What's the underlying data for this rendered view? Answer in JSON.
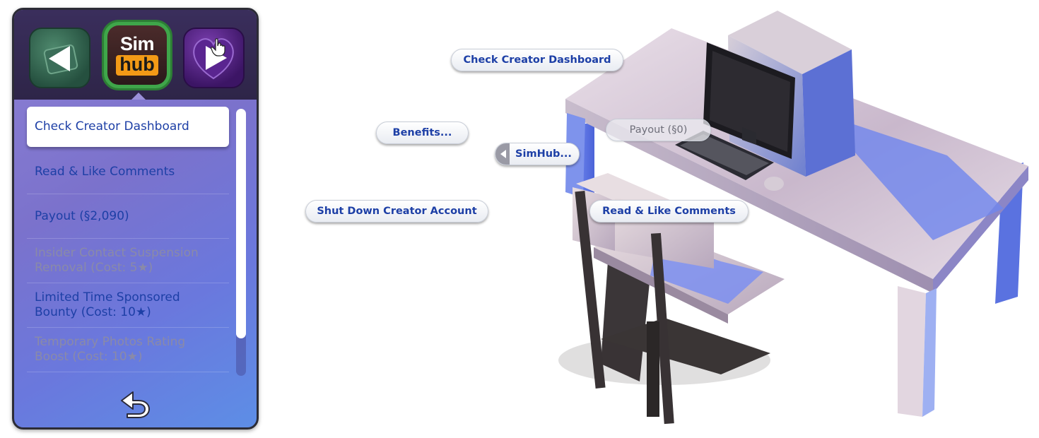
{
  "panel": {
    "tabs": [
      {
        "name": "previous-tab",
        "icon": "arrow-left-icon"
      },
      {
        "name": "simhub-tab",
        "icon": "simhub-logo",
        "logo_top": "Sim",
        "logo_bottom": "hub",
        "selected": true
      },
      {
        "name": "next-tab",
        "icon": "arrow-right-icon"
      }
    ],
    "items": [
      {
        "label": "Check Creator Dashboard",
        "state": "selected"
      },
      {
        "label": "Read & Like Comments",
        "state": "enabled"
      },
      {
        "label": "Payout (§2,090)",
        "state": "enabled"
      },
      {
        "label": "Insider Contact Suspension Removal (Cost: 5★)",
        "state": "disabled"
      },
      {
        "label": "Limited Time Sponsored Bounty (Cost: 10★)",
        "state": "enabled"
      },
      {
        "label": "Temporary Photos Rating Boost (Cost: 10★)",
        "state": "disabled"
      }
    ],
    "back_icon": "undo-arrow-icon"
  },
  "pie_menu": {
    "check_dashboard": "Check Creator Dashboard",
    "benefits": "Benefits...",
    "payout": "Payout (§0)",
    "simhub": "SimHub...",
    "shut_down": "Shut Down Creator Account",
    "read_like": "Read & Like Comments"
  },
  "colors": {
    "menu_text": "#1d3fa6",
    "disabled_text": "#8a8aa8",
    "simhub_orange": "#f39a16",
    "simhub_green": "#3fa64a"
  }
}
